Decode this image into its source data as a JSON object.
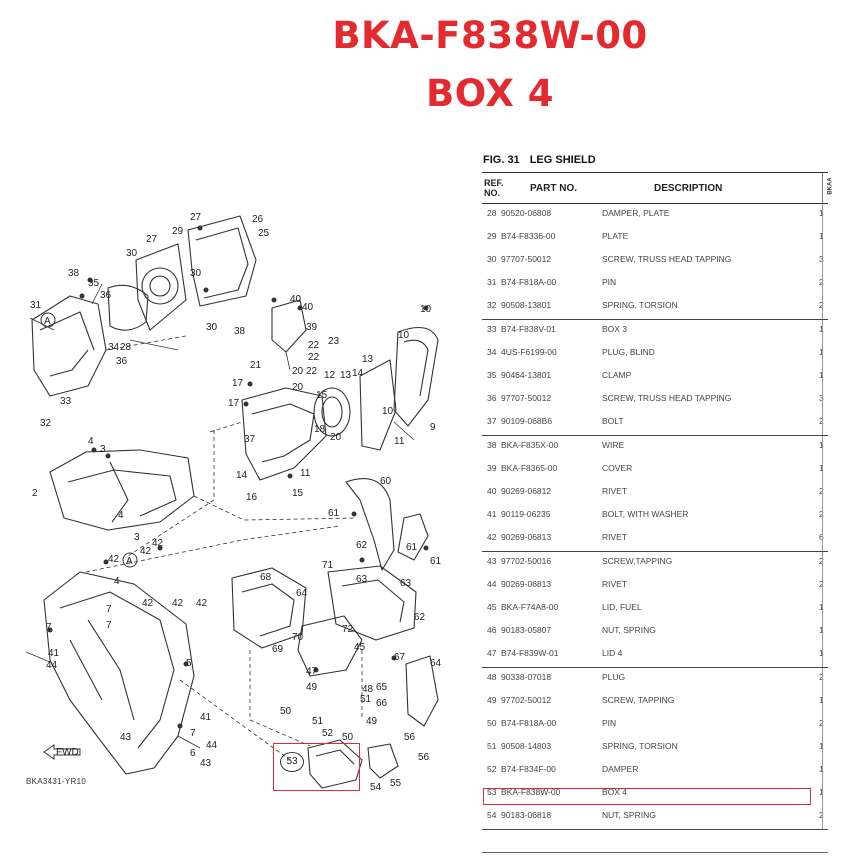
{
  "header": {
    "part_code": "BKA-F838W-00",
    "part_name": "BOX 4"
  },
  "figure": {
    "number": "FIG. 31",
    "title": "LEG SHIELD",
    "diagram_code": "BKA3431-YR10",
    "highlight_ref": "53"
  },
  "table": {
    "col_ref_1": "REF.",
    "col_ref_2": "NO.",
    "col_part": "PART NO.",
    "col_desc": "DESCRIPTION",
    "col_model": "BKAA",
    "groups": [
      [
        {
          "ref": "28",
          "part": "90520-06808",
          "desc": "DAMPER, PLATE",
          "qty": "1"
        },
        {
          "ref": "29",
          "part": "B74-F8336-00",
          "desc": "PLATE",
          "qty": "1"
        },
        {
          "ref": "30",
          "part": "97707-50012",
          "desc": "SCREW, TRUSS HEAD TAPPING",
          "qty": "3"
        },
        {
          "ref": "31",
          "part": "B74-F818A-00",
          "desc": "PIN",
          "qty": "2"
        },
        {
          "ref": "32",
          "part": "90508-13801",
          "desc": "SPRING, TORSION",
          "qty": "2"
        }
      ],
      [
        {
          "ref": "33",
          "part": "B74-F838V-01",
          "desc": "BOX 3",
          "qty": "1"
        },
        {
          "ref": "34",
          "part": "4US-F6199-00",
          "desc": "PLUG, BLIND",
          "qty": "1"
        },
        {
          "ref": "35",
          "part": "90464-13801",
          "desc": "CLAMP",
          "qty": "1"
        },
        {
          "ref": "36",
          "part": "97707-50012",
          "desc": "SCREW, TRUSS HEAD TAPPING",
          "qty": "3"
        },
        {
          "ref": "37",
          "part": "90109-068B6",
          "desc": "BOLT",
          "qty": "2"
        }
      ],
      [
        {
          "ref": "38",
          "part": "BKA-F835X-00",
          "desc": "WIRE",
          "qty": "1"
        },
        {
          "ref": "39",
          "part": "BKA-F8365-00",
          "desc": "COVER",
          "qty": "1"
        },
        {
          "ref": "40",
          "part": "90269-06812",
          "desc": "RIVET",
          "qty": "2"
        },
        {
          "ref": "41",
          "part": "90119-06235",
          "desc": "BOLT, WITH WASHER",
          "qty": "2"
        },
        {
          "ref": "42",
          "part": "90269-06813",
          "desc": "RIVET",
          "qty": "6"
        }
      ],
      [
        {
          "ref": "43",
          "part": "97702-50016",
          "desc": "SCREW,TAPPING",
          "qty": "2"
        },
        {
          "ref": "44",
          "part": "90269-06813",
          "desc": "RIVET",
          "qty": "2"
        },
        {
          "ref": "45",
          "part": "BKA-F74A8-00",
          "desc": "LID, FUEL",
          "qty": "1"
        },
        {
          "ref": "46",
          "part": "90183-05807",
          "desc": "NUT, SPRING",
          "qty": "1"
        },
        {
          "ref": "47",
          "part": "B74-F839W-01",
          "desc": "LID 4",
          "qty": "1"
        }
      ],
      [
        {
          "ref": "48",
          "part": "90338-07018",
          "desc": "PLUG",
          "qty": "2"
        },
        {
          "ref": "49",
          "part": "97702-50012",
          "desc": "SCREW, TAPPING",
          "qty": "1"
        },
        {
          "ref": "50",
          "part": "B74-F818A-00",
          "desc": "PIN",
          "qty": "2"
        },
        {
          "ref": "51",
          "part": "90508-14803",
          "desc": "SPRING, TORSION",
          "qty": "1"
        },
        {
          "ref": "52",
          "part": "B74-F834F-00",
          "desc": "DAMPER",
          "qty": "1"
        },
        {
          "ref": "53",
          "part": "BKA-F838W-00",
          "desc": "BOX 4",
          "qty": "1"
        },
        {
          "ref": "54",
          "part": "90183-06818",
          "desc": "NUT, SPRING",
          "qty": "2"
        }
      ]
    ]
  },
  "colors": {
    "title_red": "#e32b2f",
    "highlight_red": "#d63036",
    "line": "#333333"
  }
}
